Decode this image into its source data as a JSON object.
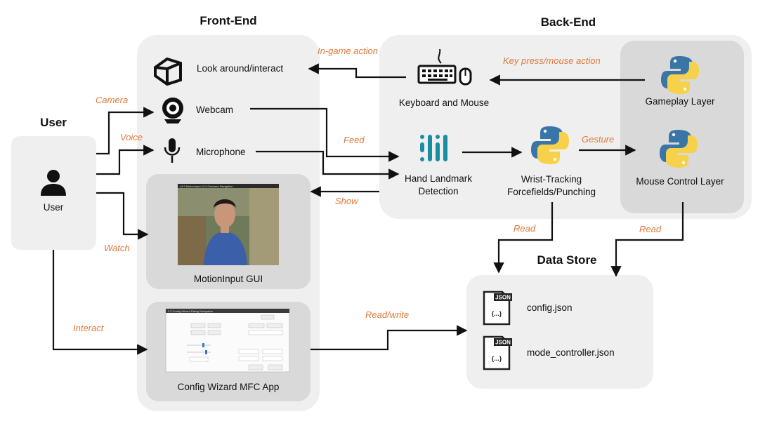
{
  "sections": {
    "user": "User",
    "frontend": "Front-End",
    "backend": "Back-End",
    "datastore": "Data Store"
  },
  "nodes": {
    "user": "User",
    "look_around": "Look around/interact",
    "webcam": "Webcam",
    "microphone": "Microphone",
    "motioninput_gui": "MotionInput GUI",
    "config_wizard": "Config Wizard MFC App",
    "keyboard_mouse": "Keyboard and Mouse",
    "hand_landmark_1": "Hand Landmark",
    "hand_landmark_2": "Detection",
    "wrist_tracking_1": "Wrist-Tracking",
    "wrist_tracking_2": "Forcefields/Punching",
    "gameplay_layer": "Gameplay Layer",
    "mouse_control_layer": "Mouse Control Layer",
    "config_json": "config.json",
    "mode_controller_json": "mode_controller.json"
  },
  "edges": {
    "camera": "Camera",
    "voice": "Voice",
    "watch": "Watch",
    "interact": "Interact",
    "in_game_action": "In-game action",
    "key_press": "Key press/mouse action",
    "feed": "Feed",
    "show": "Show",
    "gesture": "Gesture",
    "read_1": "Read",
    "read_2": "Read",
    "read_write": "Read/write"
  },
  "json_badge": "JSON",
  "json_braces": "{...}",
  "gui_window_title": "v3.2 MotionInput v3.2 Gestures Navigation",
  "wizard_window_title": "3.2 Config Wizard Dialog Navigation",
  "colors": {
    "panel": "#efefef",
    "inner_panel": "#d9d9d9",
    "accent": "#e07a3a",
    "python_blue": "#3a75a8",
    "python_yellow": "#f7d14a",
    "mediapipe": "#1a8da3"
  }
}
